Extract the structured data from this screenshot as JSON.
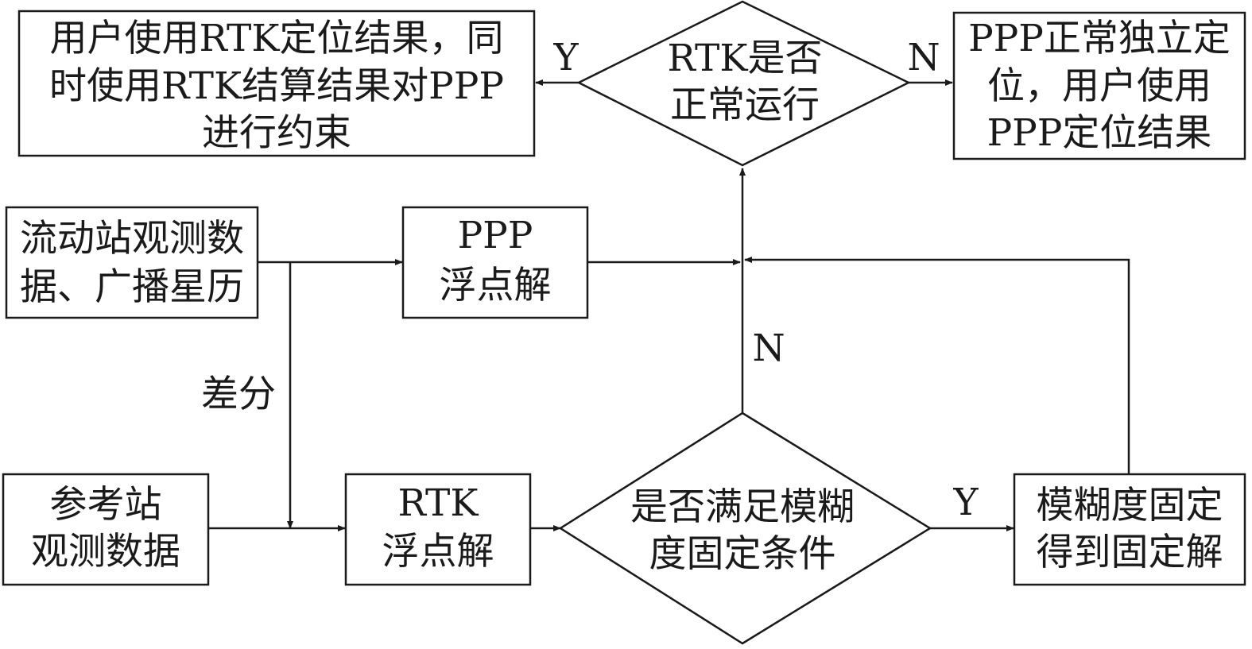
{
  "nodes": {
    "user_rtk": {
      "lines": [
        "用户使用RTK定位结果，同",
        "时使用RTK结算结果对PPP",
        "进行约束"
      ]
    },
    "rtk_check": {
      "lines": [
        "RTK是否",
        "正常运行"
      ]
    },
    "ppp_independent": {
      "lines": [
        "PPP正常独立定",
        "位，用户使用",
        "PPP定位结果"
      ]
    },
    "rover_data": {
      "lines": [
        "流动站观测数",
        "据、广播星历"
      ]
    },
    "ppp_float": {
      "lines": [
        "PPP",
        "浮点解"
      ]
    },
    "reference_data": {
      "lines": [
        "参考站",
        "观测数据"
      ]
    },
    "rtk_float": {
      "lines": [
        "RTK",
        "浮点解"
      ]
    },
    "ambiguity_check": {
      "lines": [
        "是否满足模糊",
        "度固定条件"
      ]
    },
    "fixed_solution": {
      "lines": [
        "模糊度固定",
        "得到固定解"
      ]
    }
  },
  "labels": {
    "rtk_yes": "Y",
    "rtk_no": "N",
    "diff": "差分",
    "amb_no": "N",
    "amb_yes": "Y"
  }
}
